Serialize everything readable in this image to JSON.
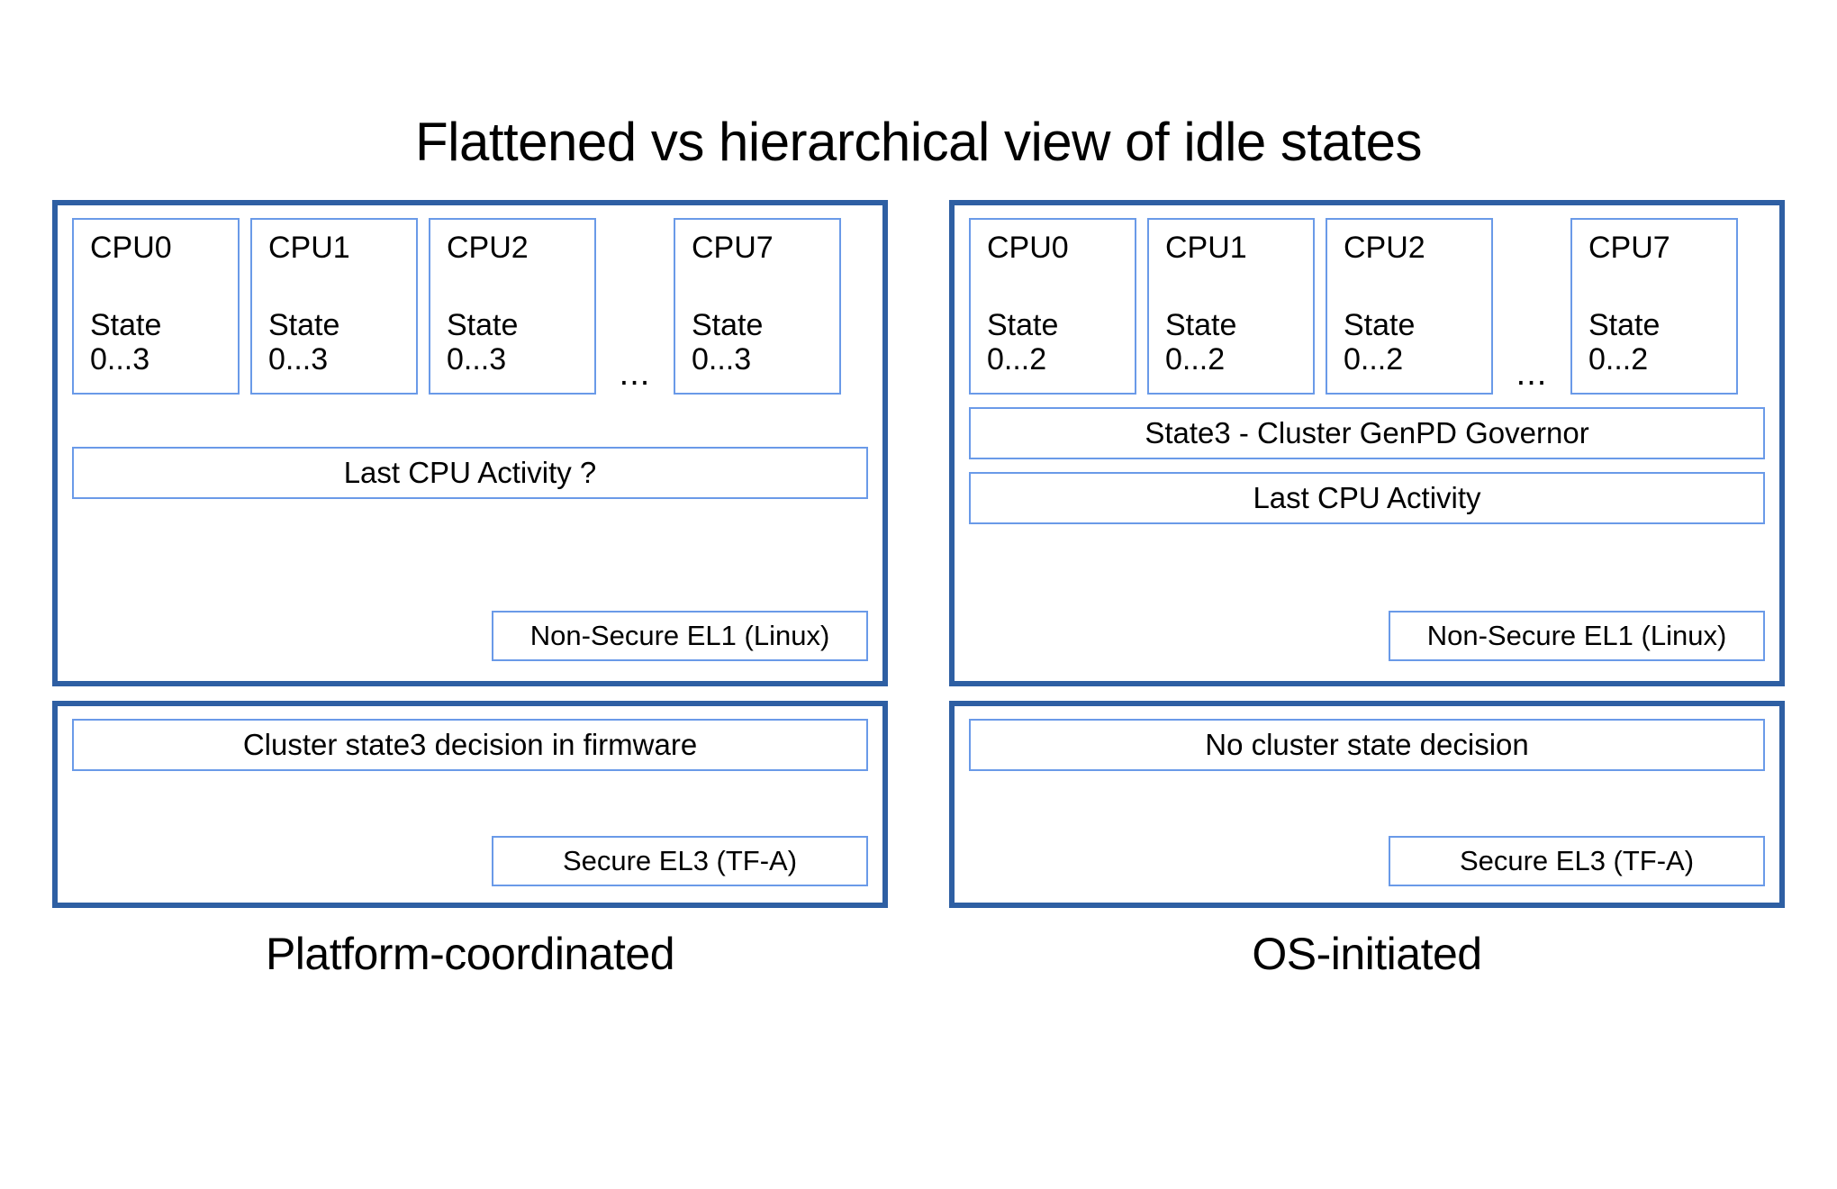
{
  "title": "Flattened vs hierarchical view of idle states",
  "colors": {
    "panel_border": "#2e5fa3",
    "box_border": "#6a9ae8",
    "background": "#ffffff",
    "text": "#000000"
  },
  "ellipsis": "...",
  "columns": [
    {
      "id": "platform-coordinated",
      "caption": "Platform-coordinated",
      "os_panel": {
        "cpus": [
          {
            "name": "CPU0",
            "state_label": "State",
            "state_range": "0...3"
          },
          {
            "name": "CPU1",
            "state_label": "State",
            "state_range": "0...3"
          },
          {
            "name": "CPU2",
            "state_label": "State",
            "state_range": "0...3"
          },
          {
            "name": "CPU7",
            "state_label": "State",
            "state_range": "0...3"
          }
        ],
        "bars": [
          {
            "id": "last-cpu-activity",
            "label": "Last CPU Activity ?"
          }
        ],
        "tag": "Non-Secure EL1 (Linux)"
      },
      "fw_panel": {
        "bar": "Cluster state3 decision in firmware",
        "tag": "Secure EL3 (TF-A)"
      }
    },
    {
      "id": "os-initiated",
      "caption": "OS-initiated",
      "os_panel": {
        "cpus": [
          {
            "name": "CPU0",
            "state_label": "State",
            "state_range": "0...2"
          },
          {
            "name": "CPU1",
            "state_label": "State",
            "state_range": "0...2"
          },
          {
            "name": "CPU2",
            "state_label": "State",
            "state_range": "0...2"
          },
          {
            "name": "CPU7",
            "state_label": "State",
            "state_range": "0...2"
          }
        ],
        "bars": [
          {
            "id": "cluster-genpd-governor",
            "label": "State3 - Cluster GenPD Governor"
          },
          {
            "id": "last-cpu-activity",
            "label": "Last CPU Activity"
          }
        ],
        "tag": "Non-Secure EL1 (Linux)"
      },
      "fw_panel": {
        "bar": "No cluster state decision",
        "tag": "Secure EL3 (TF-A)"
      }
    }
  ]
}
